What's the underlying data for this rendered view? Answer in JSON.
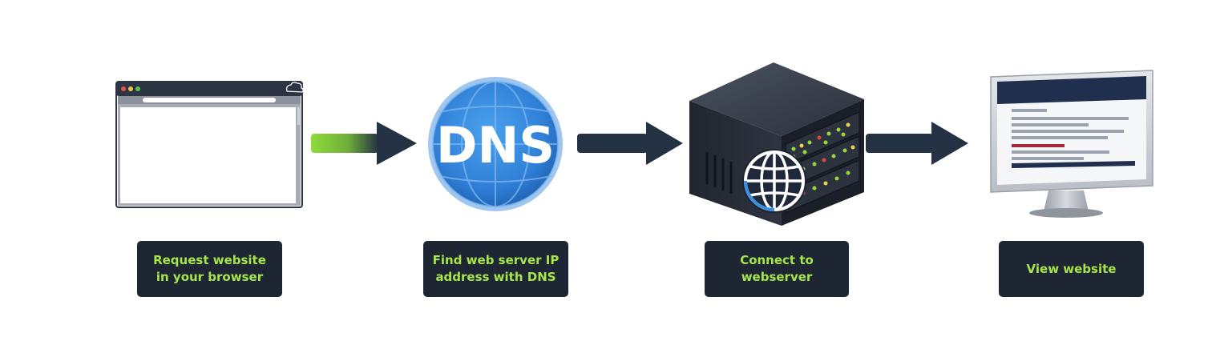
{
  "steps": [
    {
      "label": "Request website in your browser",
      "icon": "browser-window-icon"
    },
    {
      "label": "Find web server IP address with DNS",
      "icon": "dns-globe-icon"
    },
    {
      "label": "Connect to webserver",
      "icon": "server-rack-icon"
    },
    {
      "label": "View website",
      "icon": "monitor-icon"
    }
  ],
  "dns_logo": "DNS",
  "colors": {
    "label_bg": "#1e2533",
    "label_text": "#a6e64a",
    "arrow": "#243244",
    "dns_blue": "#2f7fd6",
    "server_body": "#2a2f3a",
    "led_green": "#9ad63a",
    "led_red": "#d9463a",
    "led_yellow": "#e8d24a",
    "monitor_frame": "#d5d9de",
    "screen_header": "#1f2f4d"
  }
}
